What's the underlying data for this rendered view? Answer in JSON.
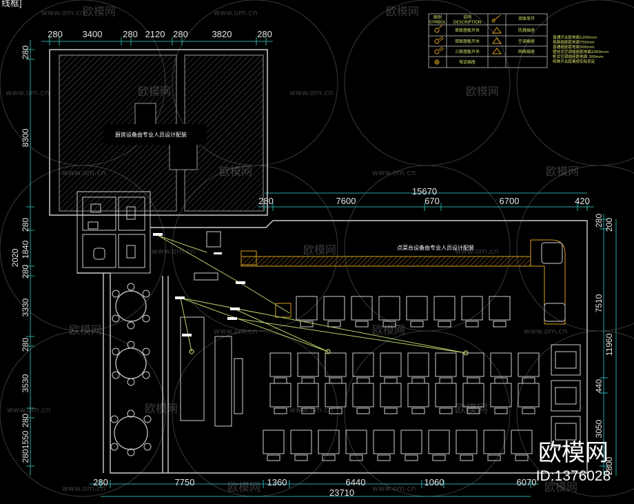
{
  "frame_label": "线框]",
  "top_dims": [
    "280",
    "3400",
    "280",
    "2120",
    "280",
    "3820",
    "280"
  ],
  "left_dims": [
    "280",
    "8300",
    "280",
    "2020",
    "1840",
    "280",
    "3330",
    "280",
    "3530",
    "280",
    "2801550"
  ],
  "mid_total": "15670",
  "mid_dims": [
    "280",
    "7600",
    "670",
    "6700",
    "420"
  ],
  "right_dims": [
    "280",
    "200",
    "7510",
    "11960",
    "440",
    "3050",
    "2800"
  ],
  "bottom_dims": [
    "280",
    "7750",
    "1360",
    "6440",
    "1060",
    "6070"
  ],
  "bottom_total": "23710",
  "kitchen_note": "厨房设备由专业人员设计配装",
  "bar_note": "点菜台设备由专业人员设计配装",
  "legend": {
    "header_symbol_1": "图例",
    "header_symbol_2": "SYMBOL",
    "header_desc_1": "说明",
    "header_desc_2": "DESCRIPTION",
    "items_left": [
      "单联翘板开关",
      "双联翘板开关",
      "三联翘板开关",
      "电话插座"
    ],
    "items_right": [
      "双联单开",
      "防溅插座",
      "空调插座",
      "网络插座"
    ]
  },
  "notes": [
    "普通开关距地面1200mm",
    "视频插座距地面750mm",
    "普通插座距地面300mm",
    "壁挂式空调插座距地面2000mm",
    "柜式空调插座距地面 300mm",
    "特殊开关距离按实际而定"
  ],
  "watermark_url": "www.om.cn",
  "watermark_brand": "欧模网",
  "brand": "欧模网",
  "id_label": "ID:1376028"
}
